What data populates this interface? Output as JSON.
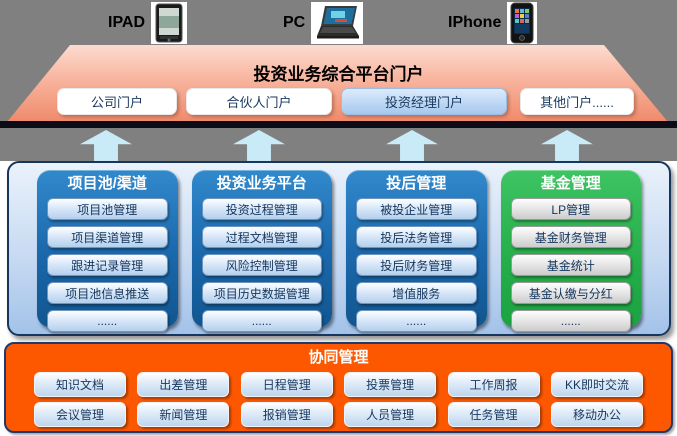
{
  "devices": [
    {
      "label": "IPAD",
      "icon": "ipad-icon"
    },
    {
      "label": "PC",
      "icon": "laptop-icon"
    },
    {
      "label": "IPhone",
      "icon": "iphone-icon"
    }
  ],
  "portal": {
    "title": "投资业务综合平台门户",
    "buttons": [
      {
        "label": "公司门户",
        "highlighted": false
      },
      {
        "label": "合伙人门户",
        "highlighted": false
      },
      {
        "label": "投资经理门户",
        "highlighted": true
      },
      {
        "label": "其他门户......",
        "highlighted": false
      }
    ]
  },
  "columns": [
    {
      "title": "项目池/渠道",
      "color": "blue",
      "items": [
        "项目池管理",
        "项目渠道管理",
        "跟进记录管理",
        "项目池信息推送",
        "......"
      ]
    },
    {
      "title": "投资业务平台",
      "color": "blue",
      "items": [
        "投资过程管理",
        "过程文档管理",
        "风险控制管理",
        "项目历史数据管理",
        "......"
      ]
    },
    {
      "title": "投后管理",
      "color": "blue",
      "items": [
        "被投企业管理",
        "投后法务管理",
        "投后财务管理",
        "增值服务",
        "......"
      ]
    },
    {
      "title": "基金管理",
      "color": "green",
      "items": [
        "LP管理",
        "基金财务管理",
        "基金统计",
        "基金认缴与分红",
        "......"
      ]
    }
  ],
  "collaboration": {
    "title": "协同管理",
    "rows": [
      [
        "知识文档",
        "出差管理",
        "日程管理",
        "投票管理",
        "工作周报",
        "KK即时交流"
      ],
      [
        "会议管理",
        "新闻管理",
        "报销管理",
        "人员管理",
        "任务管理",
        "移动办公"
      ]
    ]
  },
  "colors": {
    "background_band": "#808080",
    "trapezoid_top": "#fcdccf",
    "trapezoid_bottom": "#ef8a6a",
    "highlight_button": "#a6c8ee",
    "arrow_fill": "#c9eaf7",
    "panel_fill": "#a3c2e9",
    "module_blue": "#1a67ab",
    "module_green": "#24ad49",
    "collab_orange": "#fd5800",
    "dark_border": "#16365c"
  }
}
